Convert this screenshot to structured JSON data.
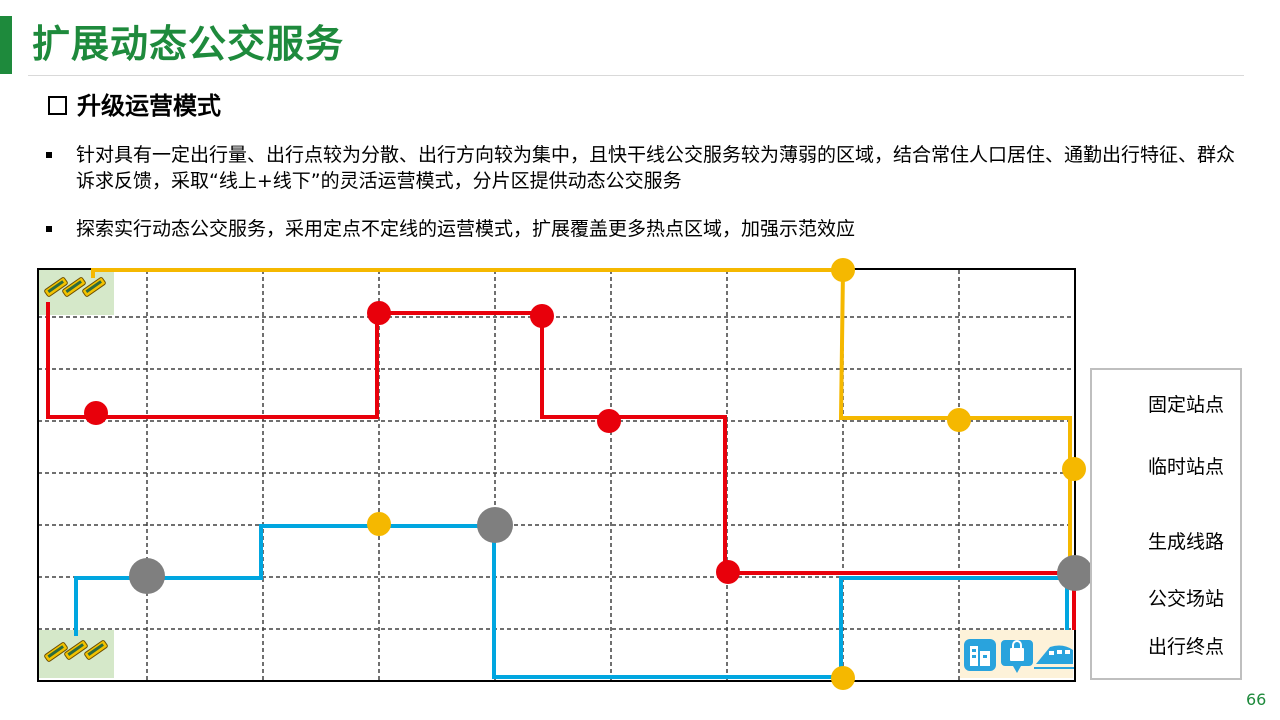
{
  "title": "扩展动态公交服务",
  "subhead": "升级运营模式",
  "bullets": [
    "针对具有一定出行量、出行点较为分散、出行方向较为集中，且快干线公交服务较为薄弱的区域，结合常住人口居住、通勤出行特征、群众诉求反馈，采取“线上+线下”的灵活运营模式，分片区提供动态公交服务",
    "探索实行动态公交服务，采用定点不定线的运营模式，扩展覆盖更多热点区域，加强示范效应"
  ],
  "legend": {
    "fixed_stop": "固定站点",
    "temp_stop": "临时站点",
    "routes": "生成线路",
    "depot": "公交场站",
    "destination": "出行终点"
  },
  "colors": {
    "brand_green": "#1e8a3c",
    "route_yellow": "#f5b800",
    "route_red": "#e8000b",
    "route_blue": "#00a6e0",
    "fixed_stop": "#7f7f7f",
    "depot_fill": "#d5e8c9",
    "destination_fill": "#fdf2d9"
  },
  "icons": [
    "bus-icon",
    "building-icon",
    "shopping-bag-icon",
    "train-icon"
  ],
  "page_number": "66"
}
